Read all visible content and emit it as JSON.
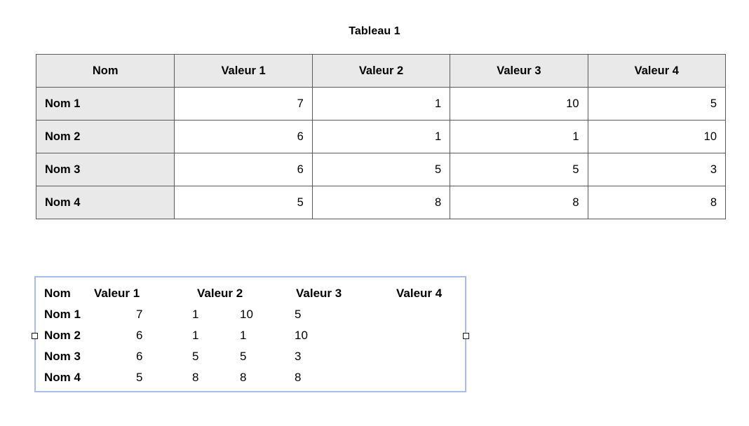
{
  "document": {
    "title": "Tableau 1"
  },
  "table": {
    "name": "tableau-1",
    "columns": [
      "Nom",
      "Valeur 1",
      "Valeur 2",
      "Valeur 3",
      "Valeur 4"
    ],
    "rows": [
      {
        "label": "Nom 1",
        "values": [
          "7",
          "1",
          "10",
          "5"
        ]
      },
      {
        "label": "Nom 2",
        "values": [
          "6",
          "1",
          "1",
          "10"
        ]
      },
      {
        "label": "Nom 3",
        "values": [
          "6",
          "5",
          "5",
          "3"
        ]
      },
      {
        "label": "Nom 4",
        "values": [
          "5",
          "8",
          "8",
          "8"
        ]
      }
    ],
    "styles": {
      "header_background": "#e9e9e9",
      "rowhead_background": "#e9e9e9",
      "cell_background": "#ffffff",
      "border_color": "#5a5a5a"
    }
  },
  "textbox": {
    "name": "pasted-text-box",
    "selected": true,
    "selection_border_color": "#a8bdec",
    "handle_fill": "#ffffff",
    "handle_border": "#1a1a1a",
    "lines": [
      {
        "label": "Nom",
        "values": [
          "Valeur 1",
          "Valeur 2",
          "Valeur 3",
          "Valeur 4"
        ],
        "bold": true
      },
      {
        "label": "Nom 1",
        "values": [
          "7",
          "1",
          "10",
          "5"
        ],
        "bold": false
      },
      {
        "label": "Nom 2",
        "values": [
          "6",
          "1",
          "1",
          "10"
        ],
        "bold": false
      },
      {
        "label": "Nom 3",
        "values": [
          "6",
          "5",
          "5",
          "3"
        ],
        "bold": false
      },
      {
        "label": "Nom 4",
        "values": [
          "5",
          "8",
          "8",
          "8"
        ],
        "bold": false
      }
    ]
  }
}
